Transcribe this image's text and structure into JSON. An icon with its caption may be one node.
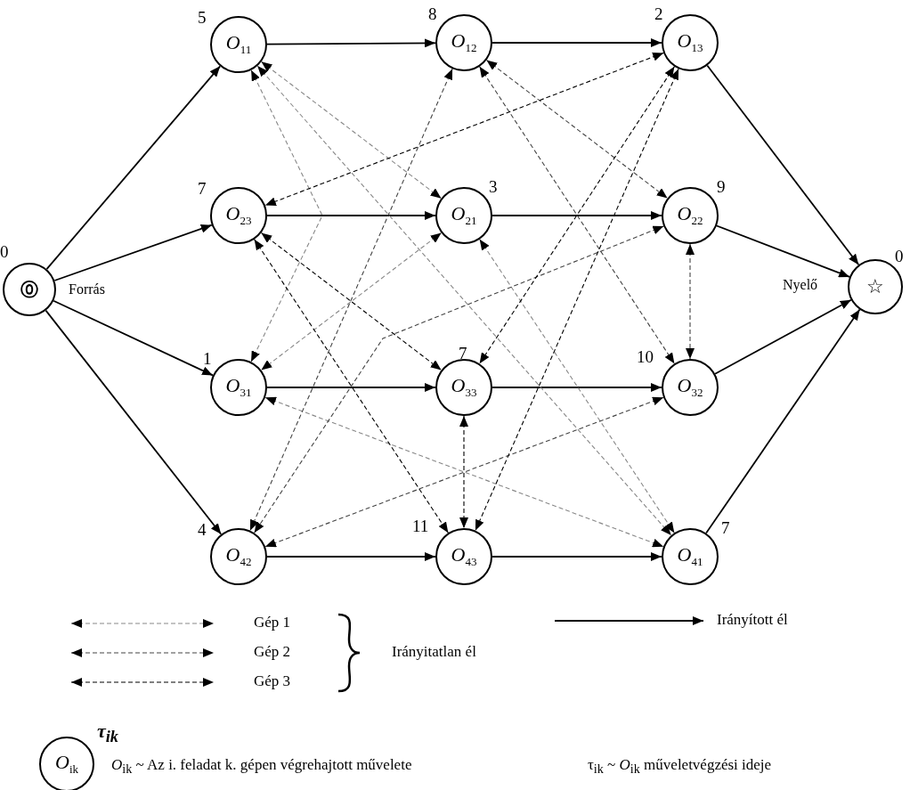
{
  "diagram": {
    "nodes": [
      {
        "text": [
          "⓪"
        ],
        "beside": [
          "0",
          "Forrás"
        ]
      },
      {
        "text": [
          "*O*$_{11}$"
        ],
        "beside": [
          "5"
        ]
      },
      {
        "text": [
          "*O*$_{12}$"
        ],
        "beside": [
          "8"
        ]
      },
      {
        "text": [
          "*O*$_{13}$"
        ],
        "beside": [
          "2"
        ]
      },
      {
        "text": [
          "*O*$_{23}$"
        ],
        "beside": [
          "7"
        ]
      },
      {
        "text": [
          "*O*$_{21}$"
        ],
        "beside": [
          "3"
        ]
      },
      {
        "text": [
          "*O*$_{22}$"
        ],
        "beside": [
          "9"
        ]
      },
      {
        "text": [
          "*O*$_{31}$"
        ],
        "beside": [
          "1"
        ]
      },
      {
        "text": [
          "*O*$_{33}$"
        ],
        "beside": [
          "7"
        ]
      },
      {
        "text": [
          "*O*$_{32}$"
        ],
        "beside": [
          "10"
        ]
      },
      {
        "text": [
          "*O*$_{42}$"
        ],
        "beside": [
          "4"
        ]
      },
      {
        "text": [
          "*O*$_{43}$"
        ],
        "beside": [
          "11"
        ]
      },
      {
        "text": [
          "*O*$_{41}$"
        ],
        "beside": [
          "7"
        ]
      },
      {
        "text": [
          "☆"
        ],
        "beside": [
          "Nyelő",
          "0"
        ]
      },
      {
        "text": [
          "*O*$_{ik}$"
        ],
        "beside": [
          "τ$_{ik}$"
        ]
      }
    ],
    "edges": [
      {
        "from": 0,
        "to": 1,
        "arrow": "to"
      },
      {
        "from": 0,
        "to": 4,
        "arrow": "to"
      },
      {
        "from": 0,
        "to": 7,
        "arrow": "to"
      },
      {
        "from": 0,
        "to": 10,
        "arrow": "to"
      },
      {
        "from": 1,
        "to": 2,
        "arrow": "to"
      },
      {
        "from": 2,
        "to": 3,
        "arrow": "to"
      },
      {
        "from": 3,
        "to": 13,
        "arrow": "to"
      },
      {
        "from": 4,
        "to": 5,
        "arrow": "to"
      },
      {
        "from": 5,
        "to": 6,
        "arrow": "to"
      },
      {
        "from": 6,
        "to": 13,
        "arrow": "to"
      },
      {
        "from": 7,
        "to": 8,
        "arrow": "to"
      },
      {
        "from": 8,
        "to": 9,
        "arrow": "to"
      },
      {
        "from": 9,
        "to": 13,
        "arrow": "to"
      },
      {
        "from": 10,
        "to": 11,
        "arrow": "to"
      },
      {
        "from": 11,
        "to": 12,
        "arrow": "to"
      },
      {
        "from": 12,
        "to": 13,
        "arrow": "to"
      },
      {
        "from": 1,
        "to": 5,
        "arrow": "both",
        "style": "dashed",
        "color": "#888888"
      },
      {
        "from": 1,
        "to": 7,
        "arrow": "both",
        "style": "dashed",
        "color": "#888888"
      },
      {
        "from": 1,
        "to": 12,
        "arrow": "both",
        "style": "dashed",
        "color": "#888888"
      },
      {
        "from": 5,
        "to": 7,
        "arrow": "both",
        "style": "dashed",
        "color": "#888888"
      },
      {
        "from": 5,
        "to": 12,
        "arrow": "both",
        "style": "dashed",
        "color": "#888888"
      },
      {
        "from": 7,
        "to": 12,
        "arrow": "both",
        "style": "dashed",
        "color": "#888888"
      },
      {
        "from": 2,
        "to": 6,
        "arrow": "both",
        "style": "dashed",
        "color": "#444444"
      },
      {
        "from": 2,
        "to": 9,
        "arrow": "both",
        "style": "dashed",
        "color": "#444444"
      },
      {
        "from": 2,
        "to": 10,
        "arrow": "both",
        "style": "dashed",
        "color": "#444444"
      },
      {
        "from": 6,
        "to": 9,
        "arrow": "both",
        "style": "dashed",
        "color": "#444444"
      },
      {
        "from": 6,
        "to": 10,
        "arrow": "both",
        "style": "dashed",
        "color": "#444444"
      },
      {
        "from": 9,
        "to": 10,
        "arrow": "both",
        "style": "dashed",
        "color": "#444444"
      },
      {
        "from": 3,
        "to": 4,
        "arrow": "both",
        "style": "dashed"
      },
      {
        "from": 3,
        "to": 8,
        "arrow": "both",
        "style": "dashed"
      },
      {
        "from": 3,
        "to": 11,
        "arrow": "both",
        "style": "dashed"
      },
      {
        "from": 4,
        "to": 8,
        "arrow": "both",
        "style": "dashed"
      },
      {
        "from": 4,
        "to": 11,
        "arrow": "both",
        "style": "dashed"
      },
      {
        "from": 8,
        "to": 11,
        "arrow": "both",
        "style": "dashed"
      }
    ],
    "labels": [
      "Irányitatlan él",
      "*O*$_{ik}$ ~ Az i. feladat k. gépen végrehajtott művelete",
      "τ$_{ik}$ ~ *O*$_{ik}$ műveletvégzési ideje"
    ],
    "legend": [
      {
        "text": "Gép 1"
      },
      {
        "text": "Gép 2"
      },
      {
        "text": "Gép 3"
      },
      {
        "text": "Irányított él"
      }
    ]
  }
}
